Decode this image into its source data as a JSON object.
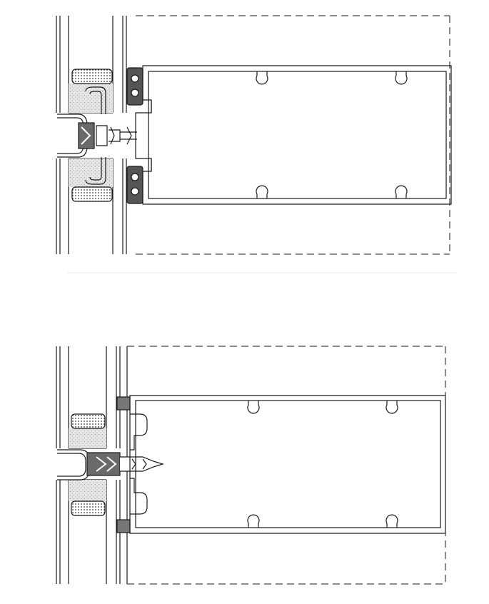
{
  "drawing": {
    "type": "technical cross-section",
    "text_labels": [],
    "colors": {
      "line": "#1a1a1a",
      "background": "#ffffff",
      "insulation_fill": "#d8d8d8",
      "gasket_fill": "#555555",
      "spacer_fill": "#f2f2f2"
    },
    "details": [
      {
        "id": "detail-top"
      },
      {
        "id": "detail-bottom"
      }
    ]
  }
}
